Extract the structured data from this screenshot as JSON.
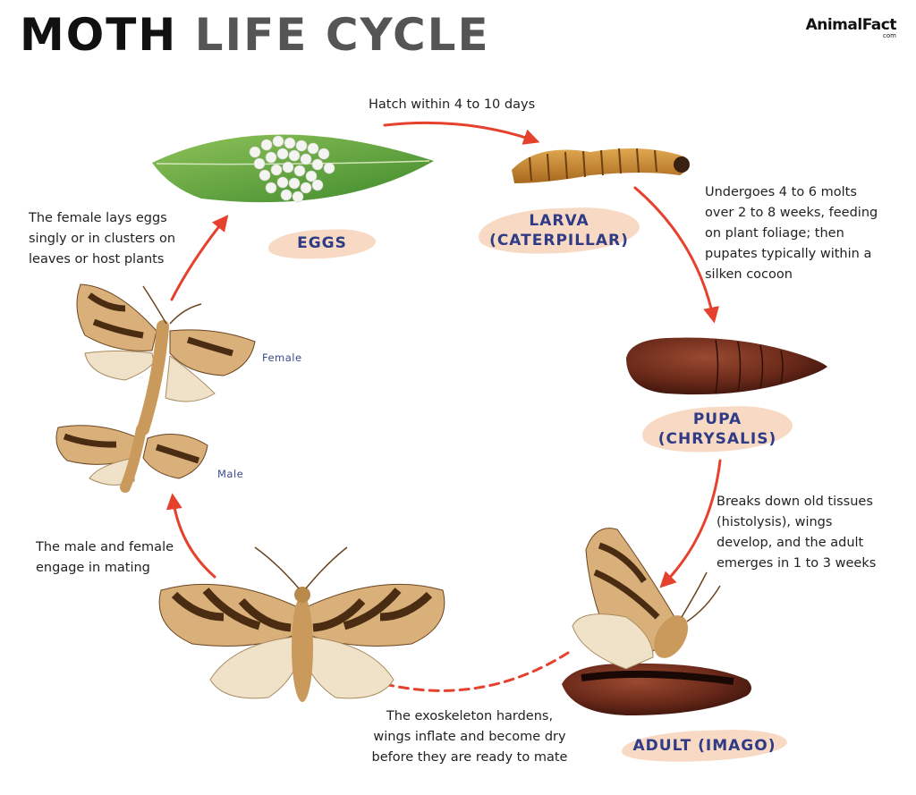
{
  "title": {
    "part1": "MOTH",
    "part2": "LIFE CYCLE"
  },
  "logo": {
    "name": "AnimalFact",
    "sub": "com"
  },
  "stages": {
    "eggs": "EGGS",
    "larva_line1": "LARVA",
    "larva_line2": "(CATERPILLAR)",
    "pupa_line1": "PUPA",
    "pupa_line2": "(CHRYSALIS)",
    "adult": "ADULT (IMAGO)"
  },
  "notes": {
    "hatch": "Hatch within 4 to 10 days",
    "larva": [
      "Undergoes 4 to 6 molts",
      "over 2 to 8 weeks, feeding",
      "on plant foliage; then",
      "pupates typically within a",
      "silken cocoon"
    ],
    "pupa": [
      "Breaks down old tissues",
      "(histolysis), wings",
      "develop, and the adult",
      "emerges in 1 to 3 weeks"
    ],
    "adult": [
      "The exoskeleton hardens,",
      "wings inflate and become dry",
      "before they are ready to mate"
    ],
    "mating": [
      "The male and female",
      "engage in mating"
    ],
    "eggs": [
      "The female lays eggs",
      "singly or in clusters on",
      "leaves or host plants"
    ]
  },
  "labels": {
    "female": "Female",
    "male": "Male"
  },
  "colors": {
    "arrow": "#e5412d",
    "stage_text": "#2f3b85",
    "brush": "#f7d9c4"
  },
  "icons": [
    "leaf-with-eggs-icon",
    "caterpillar-icon",
    "pupa-icon",
    "emerging-moth-icon",
    "moth-icon",
    "mating-moths-icon"
  ]
}
